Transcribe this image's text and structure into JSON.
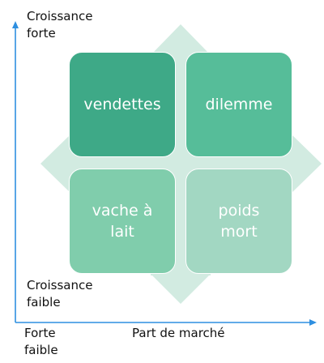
{
  "axes": {
    "y_top": [
      "Croissance",
      "forte"
    ],
    "y_low": [
      "Croissance",
      "faible"
    ],
    "x_left": [
      "Forte",
      "faible"
    ],
    "x_label": "Part de marché"
  },
  "quadrants": [
    {
      "lines": [
        "vendettes"
      ],
      "color": "#3ea987"
    },
    {
      "lines": [
        "dilemme"
      ],
      "color": "#56bd99"
    },
    {
      "lines": [
        "vache à",
        "lait"
      ],
      "color": "#80cdac"
    },
    {
      "lines": [
        "poids",
        "mort"
      ],
      "color": "#a2d7c2"
    }
  ],
  "colors": {
    "axis": "#2e8fe0",
    "background_diamond": "#d2ebe1"
  }
}
